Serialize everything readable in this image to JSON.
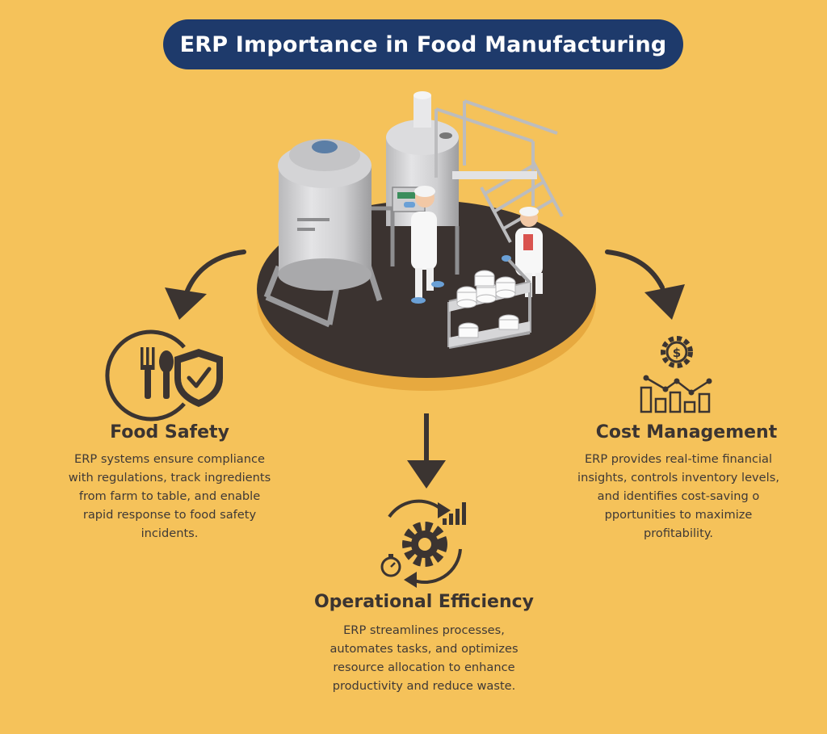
{
  "title": "ERP Importance in Food Manufacturing",
  "colors": {
    "background": "#F5C25A",
    "title_bg": "#1E3A6B",
    "title_text": "#FFFFFF",
    "dark": "#3A3431",
    "platform": "#3B3330"
  },
  "sections": {
    "food_safety": {
      "heading": "Food Safety",
      "lines": [
        "ERP systems ensure compliance",
        "with regulations, track ingredients",
        "from farm to table, and enable",
        "rapid response to food safety",
        "incidents."
      ],
      "icon": "fork-spoon-shield-check-icon"
    },
    "cost_management": {
      "heading": "Cost Management",
      "lines": [
        "ERP provides real-time financial",
        "insights, controls inventory levels,",
        "and identifies cost-saving o",
        "pportunities to maximize",
        "profitability."
      ],
      "icon": "dollar-gear-bar-chart-icon"
    },
    "operational_efficiency": {
      "heading": "Operational Efficiency",
      "lines": [
        "ERP streamlines processes,",
        "automates tasks, and optimizes",
        "resource allocation to enhance",
        "productivity and reduce waste."
      ],
      "icon": "gear-cycle-stopwatch-icon"
    }
  },
  "illustration": "factory-workers-illustration"
}
